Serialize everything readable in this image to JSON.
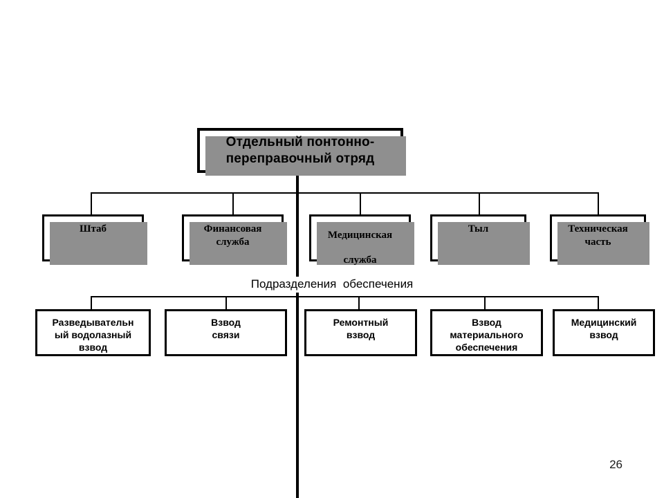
{
  "page": {
    "number": "26",
    "background_color": "#ffffff",
    "ink_color": "#000000",
    "shadow_color": "#8f8f8f"
  },
  "chart_data": {
    "type": "diagram",
    "subtype": "organizational-tree",
    "title": "Отдельный понтонно-переправочный отряд",
    "levels": 3,
    "root": "Отдельный понтонно-переправочный отряд",
    "group_caption": "Подразделения  обеспечения",
    "level2": [
      "Штаб",
      "Финансовая служба",
      "Медицинская служба",
      "Тыл",
      "Техническая часть"
    ],
    "level3": [
      "Разведывательный водолазный взвод",
      "Взвод связи",
      "Ремонтный взвод",
      "Взвод материального обеспечения",
      "Медицинский взвод"
    ]
  },
  "root_node": {
    "line1": "Отдельный понтонно-",
    "line2": "переправочный отряд",
    "text": "Отдельный понтонно-переправочный отряд"
  },
  "staff_row": {
    "caption": "Подразделения  обеспечения",
    "nodes": [
      {
        "id": "shtab",
        "line1": "Штаб",
        "line2": ""
      },
      {
        "id": "finance",
        "line1": "Финансовая",
        "line2": "служба"
      },
      {
        "id": "medical-svc",
        "line1": "Медицинская",
        "line2": "служба"
      },
      {
        "id": "rear",
        "line1": "Тыл",
        "line2": ""
      },
      {
        "id": "technical",
        "line1": "Техническая",
        "line2": "часть"
      }
    ]
  },
  "support_row": {
    "nodes": [
      {
        "id": "recon-diver",
        "line1": "Разведывательн",
        "line2": "ый водолазный",
        "line3": "взвод"
      },
      {
        "id": "signals",
        "line1": "Взвод",
        "line2": "связи",
        "line3": ""
      },
      {
        "id": "repair",
        "line1": "Ремонтный",
        "line2": "взвод",
        "line3": ""
      },
      {
        "id": "supply",
        "line1": "Взвод",
        "line2": "материального",
        "line3": "обеспечения"
      },
      {
        "id": "medical-pl",
        "line1": "Медицинский",
        "line2": "взвод",
        "line3": ""
      }
    ]
  }
}
